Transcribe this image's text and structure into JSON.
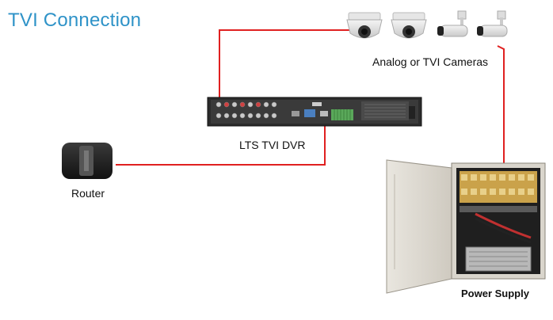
{
  "title": "TVI Connection",
  "labels": {
    "cameras": "Analog or TVI Cameras",
    "dvr": "LTS TVI DVR",
    "router": "Router",
    "power_supply": "Power Supply"
  },
  "colors": {
    "title": "#2f93c8",
    "wire": "#e02020"
  },
  "devices": [
    {
      "name": "dome-camera",
      "count": 2
    },
    {
      "name": "bullet-camera",
      "count": 2
    },
    {
      "name": "dvr-recorder",
      "count": 1
    },
    {
      "name": "router",
      "count": 1
    },
    {
      "name": "power-supply-box",
      "count": 1
    }
  ]
}
